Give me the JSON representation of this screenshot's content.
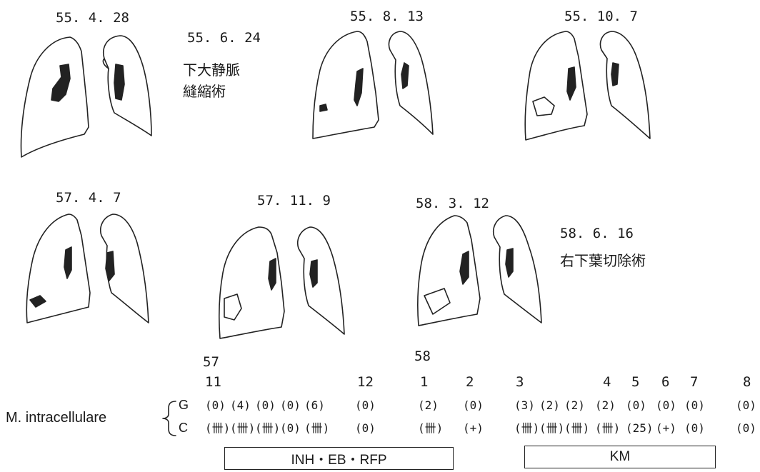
{
  "panels": [
    {
      "date": "55. 4. 28"
    },
    {
      "date": "55. 8. 13"
    },
    {
      "date": "55. 10. 7"
    },
    {
      "date": "57. 4. 7"
    },
    {
      "date": "57. 11. 9"
    },
    {
      "date": "58. 3. 12"
    }
  ],
  "surgeries": [
    {
      "date": "55. 6. 24",
      "line1": "下大静脈",
      "line2": "縫縮術"
    },
    {
      "date": "58. 6. 16",
      "line1": "右下葉切除術"
    }
  ],
  "timeline": {
    "years": [
      "57",
      "58"
    ],
    "months": [
      "11",
      "12",
      "1",
      "2",
      "3",
      "4",
      "5",
      "6",
      "7",
      "8"
    ],
    "organism": "M. intracellulare",
    "g_label": "G",
    "c_label": "C",
    "g_values": [
      "(0)",
      "(4)",
      "(0)",
      "(0)",
      "(6)",
      "(0)",
      "(2)",
      "(0)",
      "(3)",
      "(2)",
      "(2)",
      "(2)",
      "(0)",
      "(0)",
      "(0)",
      "(0)"
    ],
    "c_values": [
      "(卌)",
      "(卌)",
      "(卌)",
      "(0)",
      "(卌)",
      "(0)",
      "(卌)",
      "(+)",
      "(卌)",
      "(卌)",
      "(卌)",
      "(卌)",
      "(25)",
      "(+)",
      "(0)",
      "(0)"
    ]
  },
  "treatments": [
    "INH・EB・RFP",
    "KM"
  ]
}
